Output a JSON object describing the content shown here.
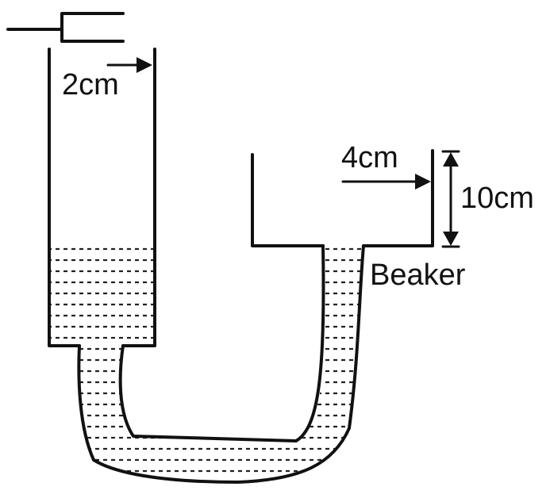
{
  "labels": {
    "inner_width_left": "2cm",
    "inner_width_right": "4cm",
    "height_right": "10cm",
    "beaker": "Beaker"
  },
  "colors": {
    "ink": "#111111",
    "background": "#ffffff"
  }
}
